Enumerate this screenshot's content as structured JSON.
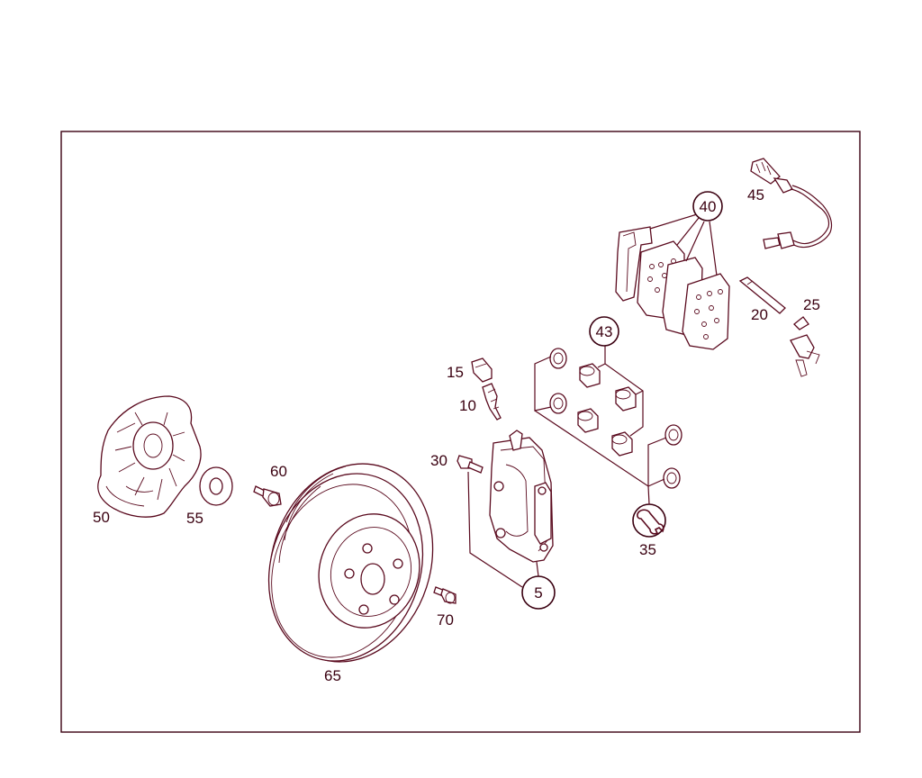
{
  "diagram": {
    "parts": {
      "p5": "5",
      "p10": "10",
      "p15": "15",
      "p20": "20",
      "p25": "25",
      "p30": "30",
      "p35": "35",
      "p40": "40",
      "p43": "43",
      "p45": "45",
      "p50": "50",
      "p55": "55",
      "p60": "60",
      "p65": "65",
      "p70": "70"
    },
    "icons": {
      "service_note": "wrench-icon"
    },
    "colors": {
      "line": "#5a0a1e",
      "text": "#3a0010",
      "background": "#ffffff"
    }
  }
}
